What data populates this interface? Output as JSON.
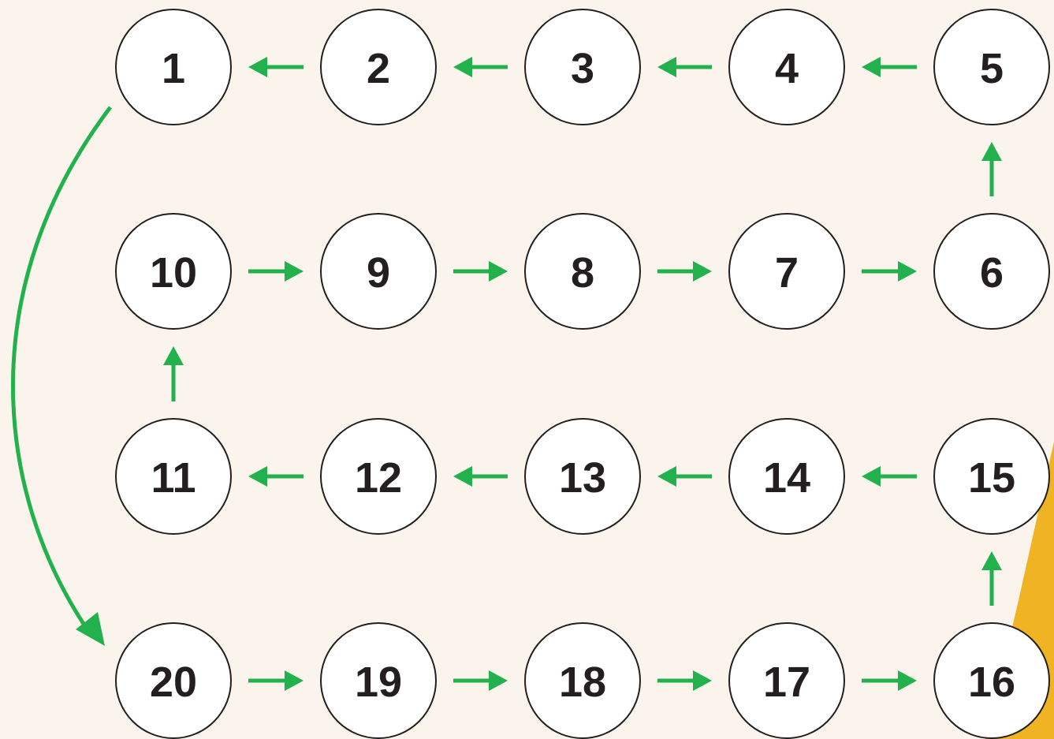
{
  "diagram": {
    "background_color": "#FAF4EC",
    "accent_color": "#F0B323",
    "arrow_color": "#22B14C",
    "node_fill": "#FFFFFF",
    "node_stroke": "#231F20",
    "nodes": [
      {
        "id": 1,
        "label": "1"
      },
      {
        "id": 2,
        "label": "2"
      },
      {
        "id": 3,
        "label": "3"
      },
      {
        "id": 4,
        "label": "4"
      },
      {
        "id": 5,
        "label": "5"
      },
      {
        "id": 6,
        "label": "6"
      },
      {
        "id": 7,
        "label": "7"
      },
      {
        "id": 8,
        "label": "8"
      },
      {
        "id": 9,
        "label": "9"
      },
      {
        "id": 10,
        "label": "10"
      },
      {
        "id": 11,
        "label": "11"
      },
      {
        "id": 12,
        "label": "12"
      },
      {
        "id": 13,
        "label": "13"
      },
      {
        "id": 14,
        "label": "14"
      },
      {
        "id": 15,
        "label": "15"
      },
      {
        "id": 16,
        "label": "16"
      },
      {
        "id": 17,
        "label": "17"
      },
      {
        "id": 18,
        "label": "18"
      },
      {
        "id": 19,
        "label": "19"
      },
      {
        "id": 20,
        "label": "20"
      }
    ],
    "edges": [
      {
        "from": 5,
        "to": 4
      },
      {
        "from": 4,
        "to": 3
      },
      {
        "from": 3,
        "to": 2
      },
      {
        "from": 2,
        "to": 1
      },
      {
        "from": 6,
        "to": 5
      },
      {
        "from": 10,
        "to": 9
      },
      {
        "from": 9,
        "to": 8
      },
      {
        "from": 8,
        "to": 7
      },
      {
        "from": 7,
        "to": 6
      },
      {
        "from": 11,
        "to": 10
      },
      {
        "from": 15,
        "to": 14
      },
      {
        "from": 14,
        "to": 13
      },
      {
        "from": 13,
        "to": 12
      },
      {
        "from": 12,
        "to": 11
      },
      {
        "from": 16,
        "to": 15
      },
      {
        "from": 20,
        "to": 19
      },
      {
        "from": 19,
        "to": 18
      },
      {
        "from": 18,
        "to": 17
      },
      {
        "from": 17,
        "to": 16
      },
      {
        "from": 1,
        "to": 20
      }
    ]
  }
}
